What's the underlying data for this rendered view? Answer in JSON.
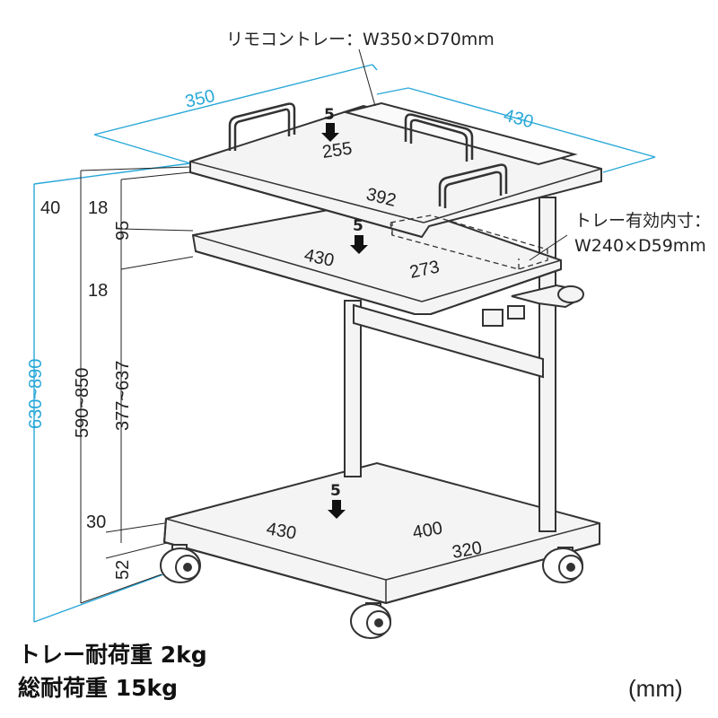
{
  "colors": {
    "cyan": "#29a8d8",
    "line": "#333333",
    "fill": "#f4f4f4"
  },
  "dimensions": {
    "top_width": "350",
    "top_depth": "430",
    "top_inner_width": "255",
    "top_inner_depth": "392",
    "mid_depth": "430",
    "mid_inner": "273",
    "base_depth": "430",
    "base_inner_depth": "400",
    "base_inner_width": "320",
    "height_total": "630~890",
    "height_top": "590~850",
    "height_mid": "377~637",
    "rail_40": "40",
    "rail_18_top": "18",
    "gap_95": "95",
    "rail_18_mid": "18",
    "base_30": "30",
    "base_52": "52"
  },
  "loads": {
    "top": "5",
    "mid": "5",
    "base": "5"
  },
  "callouts": {
    "remote_tray": "リモコントレー：W350×D70mm",
    "tray_inner_line1": "トレー有効内寸：",
    "tray_inner_line2": "W240×D59mm"
  },
  "footer": {
    "tray_load": "トレー耐荷重 2kg",
    "total_load": "総耐荷重 15kg",
    "unit": "(mm)"
  }
}
